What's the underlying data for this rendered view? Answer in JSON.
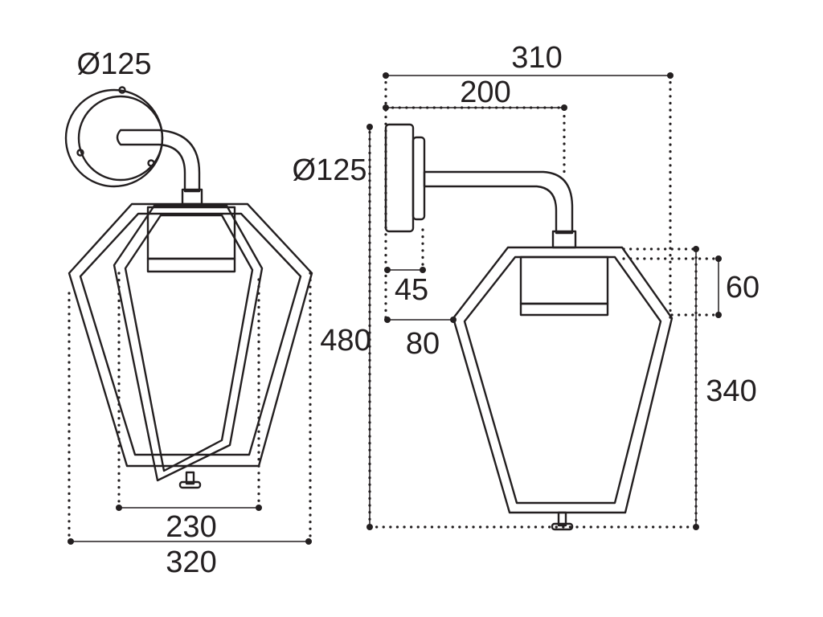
{
  "front_view": {
    "dimensions": {
      "base_diameter": "Ø125",
      "inner_width": "230",
      "outer_width": "320"
    }
  },
  "side_view": {
    "dimensions": {
      "projection": "310",
      "arm_reach": "200",
      "base_diameter": "Ø125",
      "base_depth": "45",
      "base_offset": "80",
      "overall_height": "480",
      "cap_height": "60",
      "body_height": "340"
    }
  },
  "colors": {
    "line": "#231f20",
    "background": "#ffffff"
  }
}
